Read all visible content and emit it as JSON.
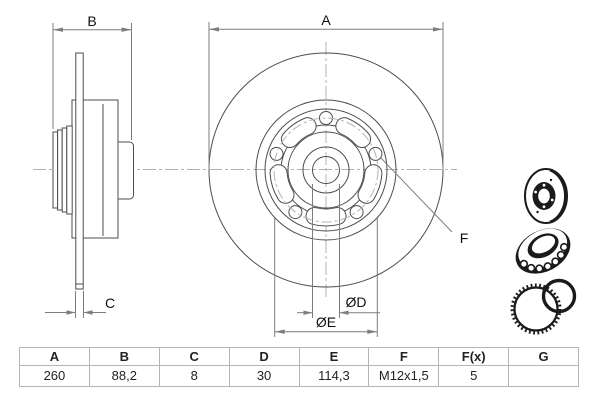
{
  "drawing": {
    "labels": {
      "a": "A",
      "b": "B",
      "c": "C",
      "d": "ØD",
      "e": "ØE",
      "f": "F"
    }
  },
  "table": {
    "headers": [
      "A",
      "B",
      "C",
      "D",
      "E",
      "F",
      "F(x)",
      "G"
    ],
    "values": [
      "260",
      "88,2",
      "8",
      "30",
      "114,3",
      "M12x1,5",
      "5",
      ""
    ]
  },
  "icons": [
    {
      "name": "brake-disc-icon"
    },
    {
      "name": "wheel-bearing-icon"
    },
    {
      "name": "abs-sensor-ring-icon"
    }
  ],
  "colors": {
    "outline": "#4d4d4d",
    "dimension": "#7d7d7d",
    "centerline": "#adb4b8",
    "label_text": "#111111",
    "table_border": "#b5b5b5",
    "icon_ink": "#1b1b1b"
  }
}
